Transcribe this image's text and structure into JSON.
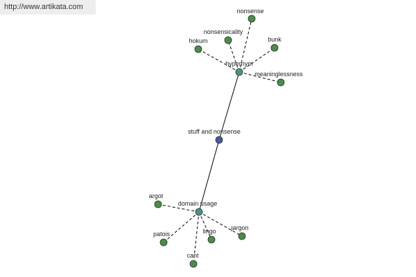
{
  "header": {
    "url": "http://www.artikata.com"
  },
  "colors": {
    "center": "#4a55a8",
    "hub": "#4f8f8f",
    "leaf": "#4f8a4f",
    "edge": "#000000"
  },
  "graph": {
    "center": "stuff and nonsense",
    "hubs": [
      {
        "label": "hypernym",
        "leaves": [
          "nonsense",
          "nonsensicality",
          "bunk",
          "hokum",
          "meaninglessness"
        ]
      },
      {
        "label": "domain usage",
        "leaves": [
          "argot",
          "jargon",
          "lingo",
          "patois",
          "cant"
        ]
      }
    ]
  }
}
